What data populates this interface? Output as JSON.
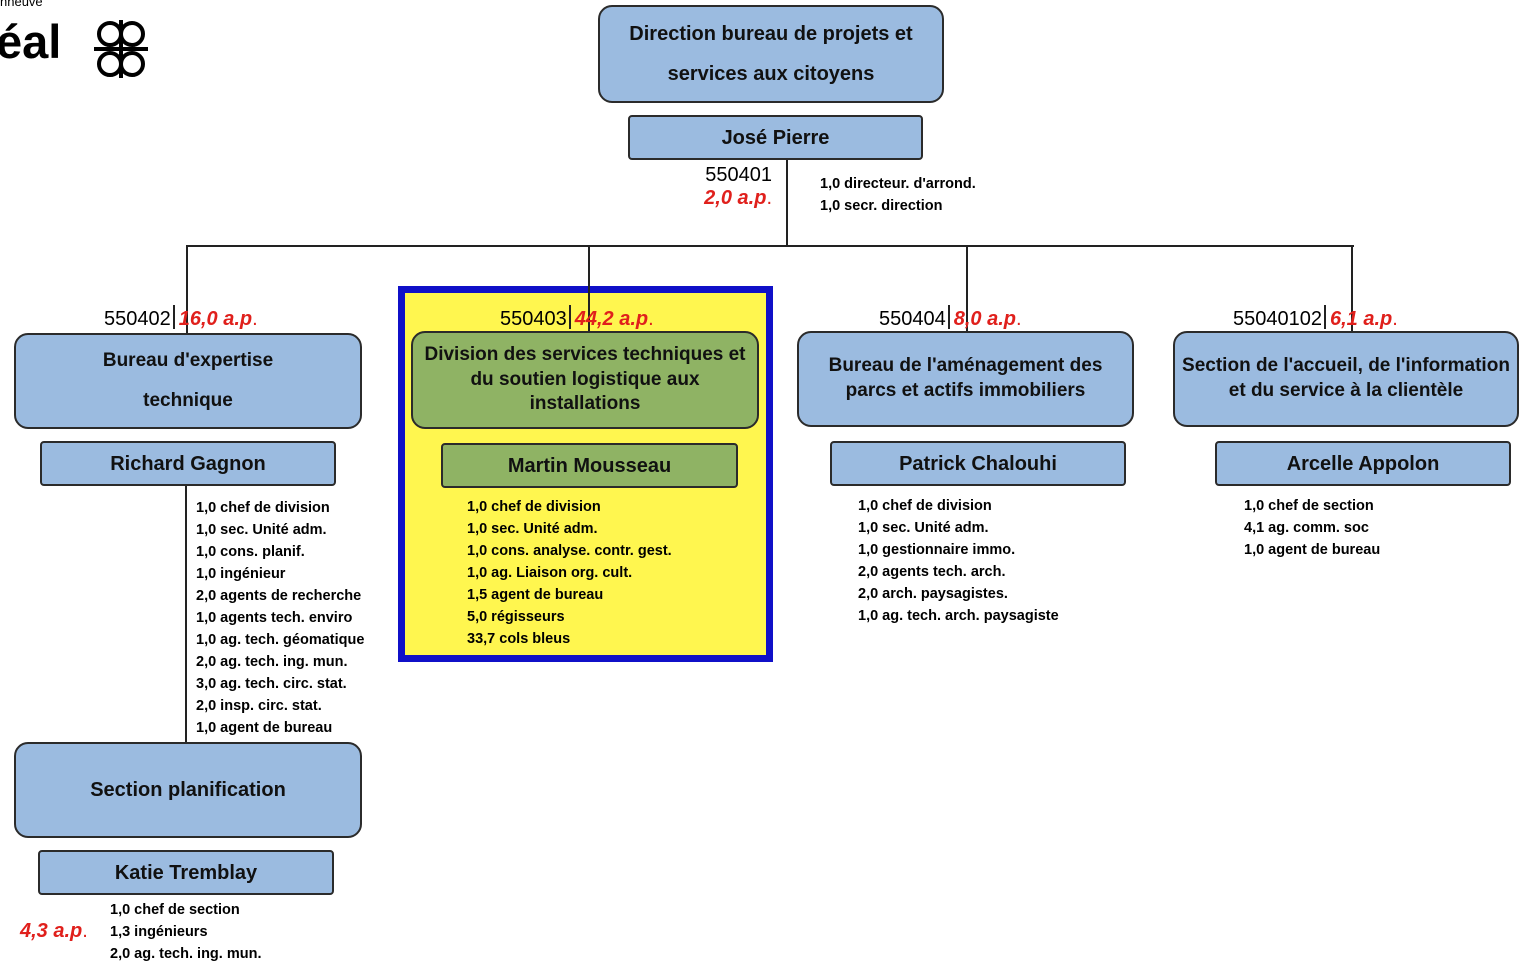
{
  "logo": {
    "small_text": "nneuve",
    "text": "éal"
  },
  "top": {
    "title": "Direction bureau de projets et services aux citoyens",
    "manager": "José Pierre",
    "code": "550401",
    "ap": "2,0 a.p",
    "staff": [
      "1,0 directeur. d'arrond.",
      "1,0 secr. direction"
    ]
  },
  "units": [
    {
      "code": "550402",
      "ap": "16,0 a.p",
      "title": "Bureau d'expertise technique",
      "manager": "Richard Gagnon",
      "staff": [
        "1,0 chef de division",
        "1,0 sec. Unité adm.",
        "1,0 cons. planif.",
        "1,0 ingénieur",
        "2,0 agents de recherche",
        "1,0 agents tech. enviro",
        "1,0 ag. tech. géomatique",
        "2,0 ag. tech. ing. mun.",
        "3,0 ag. tech. circ. stat.",
        "2,0 insp. circ. stat.",
        "1,0 agent de bureau"
      ]
    },
    {
      "code": "550403",
      "ap": "44,2 a.p",
      "title": "Division des services techniques et du soutien logistique aux installations",
      "manager": "Martin Mousseau",
      "staff": [
        "1,0 chef de division",
        "1,0 sec. Unité adm.",
        "1,0 cons. analyse. contr. gest.",
        "1,0 ag. Liaison org. cult.",
        "1,5 agent de bureau",
        "5,0 régisseurs",
        "33,7 cols bleus"
      ]
    },
    {
      "code": "550404",
      "ap": "8,0 a.p",
      "title": "Bureau de l'aménagement des parcs et actifs immobiliers",
      "manager": "Patrick Chalouhi",
      "staff": [
        "1,0 chef de division",
        "1,0 sec. Unité adm.",
        "1,0 gestionnaire immo.",
        "2,0 agents tech. arch.",
        "2,0 arch. paysagistes.",
        "1,0 ag. tech. arch. paysagiste"
      ]
    },
    {
      "code": "55040102",
      "ap": "6,1 a.p",
      "title": "Section de l'accueil, de l'information et du service à la clientèle",
      "manager": "Arcelle Appolon",
      "staff": [
        "1,0 chef de section",
        "4,1 ag. comm. soc",
        "1,0 agent de bureau"
      ]
    }
  ],
  "sub": {
    "title": "Section planification",
    "manager": "Katie Tremblay",
    "ap": "4,3 a.p",
    "staff": [
      "1,0 chef de section",
      "1,3 ingénieurs",
      "2,0 ag. tech. ing. mun."
    ]
  },
  "colors": {
    "box_blue": "#9bbbe0",
    "box_green": "#8fb364",
    "highlight_fill": "#fff64f",
    "highlight_border": "#1010c8",
    "ap_red": "#e0201c"
  }
}
